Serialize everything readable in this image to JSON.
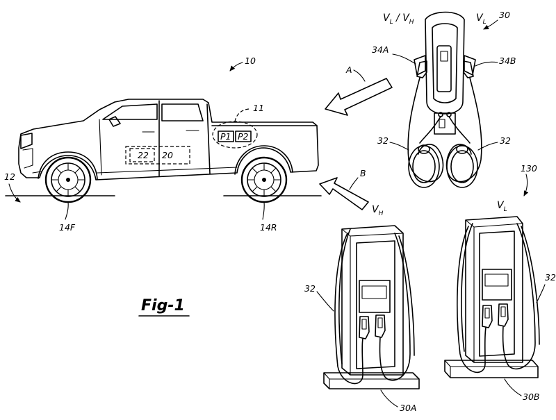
{
  "figure": {
    "title": "Fig-1"
  },
  "vehicle": {
    "ref": "10",
    "region_ref": "11",
    "port1": "P1",
    "port2": "P2",
    "box_inner": "22",
    "box_outer": "20",
    "ground_ref": "12",
    "front_wheel": "14F",
    "rear_wheel": "14R"
  },
  "arrows": {
    "a": "A",
    "b": "B"
  },
  "wall_charger": {
    "ref": "30",
    "left_connector": "34A",
    "right_connector": "34B",
    "cable_left": "32",
    "cable_right": "32",
    "voltage_main": "V",
    "voltage_main_sub1": "L",
    "voltage_sep": " / V",
    "voltage_main_sub2": "H",
    "voltage_side": "V",
    "voltage_side_sub": "L"
  },
  "stations": {
    "group_ref": "130",
    "left": {
      "ref": "30A",
      "cable": "32",
      "voltage": "V",
      "voltage_sub": "H"
    },
    "right": {
      "ref": "30B",
      "cable": "32",
      "voltage": "V",
      "voltage_sub": "L"
    }
  }
}
